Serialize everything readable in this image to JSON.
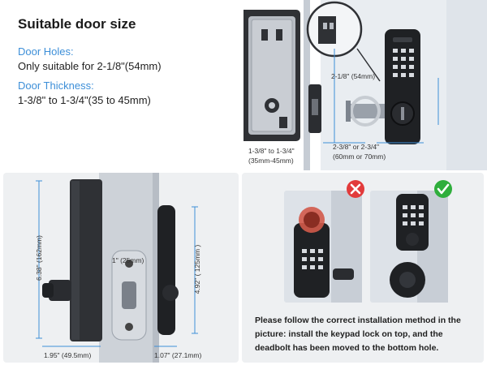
{
  "door_size": {
    "title": "Suitable door size",
    "holes_label": "Door Holes:",
    "holes_value": "Only suitable for 2-1/8\"(54mm)",
    "thickness_label": "Door Thickness:",
    "thickness_value": "1-3/8\" to 1-3/4\"(35 to 45mm)"
  },
  "install_diagram": {
    "hole_dim": "2-1/8\" (54mm)",
    "thickness_dim_1": "1-3/8\" to 1-3/4\"",
    "thickness_dim_2": "(35mm-45mm)",
    "backset_dim_1": "2-3/8\" or 2-3/4\"",
    "backset_dim_2": "(60mm or 70mm)"
  },
  "dimensions": {
    "height": "6.38\" (162mm)",
    "keypad_height": "4.92\" ( 125mm )",
    "strike_width": "1\" (25mm)",
    "depth": "1.95\" (49.5mm)",
    "keypad_depth": "1.07\" (27.1mm)"
  },
  "installation": {
    "wrong_icon": "cross-icon",
    "right_icon": "check-icon",
    "wrong_color": "#e23b3b",
    "right_color": "#2fae3c",
    "note": "Please follow the correct installation method in the picture: install the keypad lock on top, and the deadbolt has been moved to the bottom hole."
  }
}
